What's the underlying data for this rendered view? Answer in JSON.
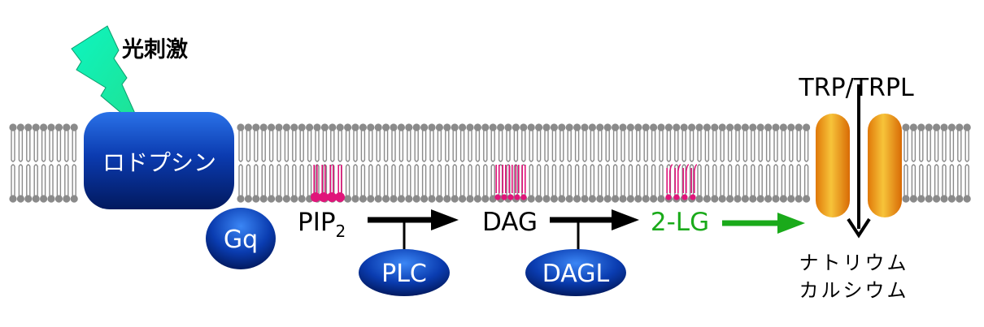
{
  "stimulus": {
    "label": "光刺激"
  },
  "receptor": {
    "label": "ロドプシン"
  },
  "g_protein": {
    "label": "Gq"
  },
  "pathway": {
    "pip2": {
      "text": "PIP",
      "sub": "2"
    },
    "dag": {
      "label": "DAG"
    },
    "two_lg": {
      "label": "2-LG"
    },
    "plc": {
      "label": "PLC"
    },
    "dagl": {
      "label": "DAGL"
    }
  },
  "channel": {
    "label": "TRP/TRPL"
  },
  "ions": {
    "line1": "ナトリウム",
    "line2": "カルシウム"
  },
  "colors": {
    "lipid_gray": "#8a8a8a",
    "lipid_magenta": "#e0157a",
    "arrow_green": "#1aaa1a",
    "receptor_blue": "#1040b8",
    "channel_orange": "#f0a020",
    "bolt": "#19f2b0"
  }
}
